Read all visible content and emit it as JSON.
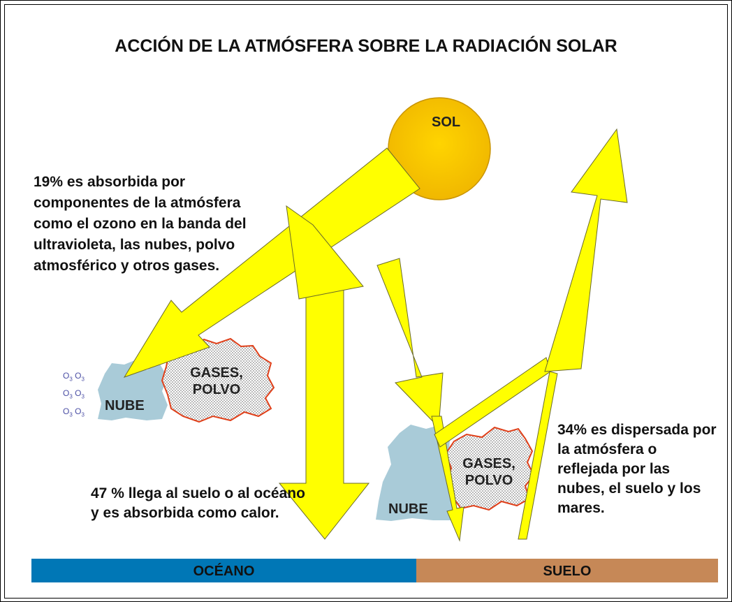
{
  "title": "ACCIÓN DE LA ATMÓSFERA SOBRE LA RADIACIÓN SOLAR",
  "sun_label": "SOL",
  "left_text": "19% es absorbida por componentes de la atmósfera como el ozono en la banda del ultravioleta, las nubes, polvo atmosférico y otros gases.",
  "bottom_text": "47 % llega al suelo o al océano y es absorbida como calor.",
  "right_text": "34% es dispersada por la atmósfera o reflejada por las nubes, el suelo y los mares.",
  "cloud_left": {
    "label": "NUBE"
  },
  "gases_left": {
    "line1": "GASES,",
    "line2": "POLVO"
  },
  "cloud_right": {
    "label": "NUBE"
  },
  "gases_right": {
    "line1": "GASES,",
    "line2": "POLVO"
  },
  "ozone": {
    "symbol": "O",
    "subscript": "3"
  },
  "ocean_label": "OCÉANO",
  "soil_label": "SUELO",
  "colors": {
    "arrow": "#ffff00",
    "sun": "#f5c000",
    "cloud": "#a9cbd8",
    "ocean": "#0077b6",
    "soil": "#c68857",
    "gases_outline": "#e0401a"
  }
}
